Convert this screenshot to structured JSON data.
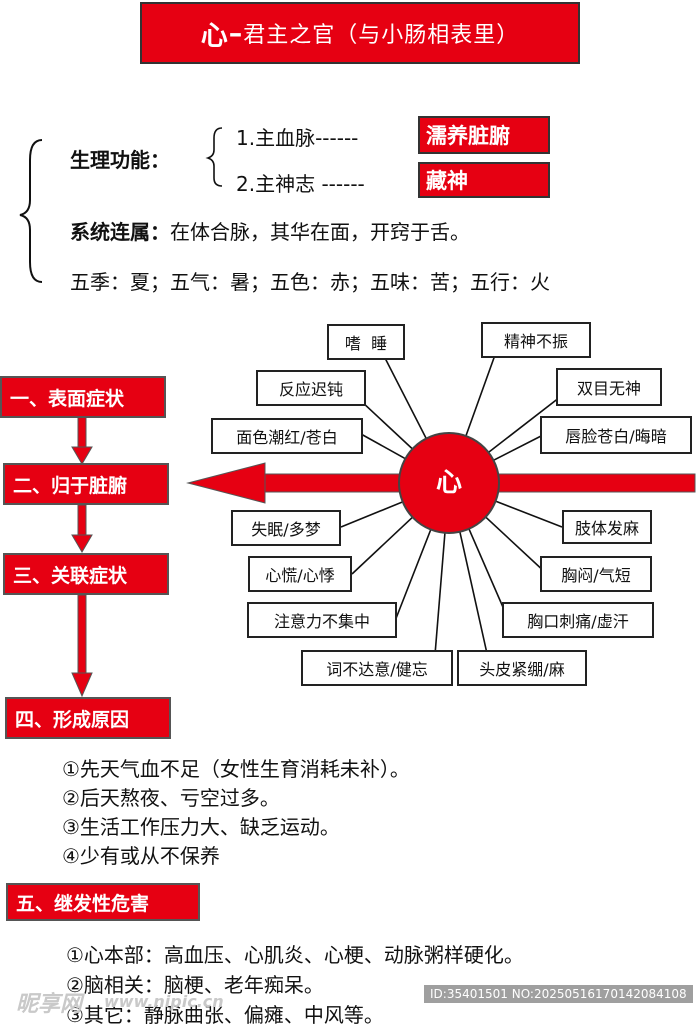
{
  "title": {
    "main": "心",
    "dash": "–",
    "rest": "君主之官（与小肠相表里）"
  },
  "physiology": {
    "label": "生理功能：",
    "items": [
      {
        "text": "1.主血脉",
        "dashes": "------",
        "tag": "濡养脏腑"
      },
      {
        "text": "2.主神志",
        "dashes": " ------",
        "tag": "藏神"
      }
    ]
  },
  "system": {
    "label": "系统连属：",
    "text": "在体合脉，其华在面，开窍于舌。"
  },
  "five": "五季：夏；五气：暑；五色：赤；五味：苦；五行：火",
  "hub": {
    "label": "心"
  },
  "symptoms": [
    "嗜  睡",
    "精神不振",
    "反应迟钝",
    "双目无神",
    "面色潮红/苍白",
    "唇脸苍白/晦暗",
    "失眠/多梦",
    "肢体发麻",
    "心慌/心悸",
    "胸闷/气短",
    "注意力不集中",
    "胸口刺痛/虚汗",
    "词不达意/健忘",
    "头皮紧绷/麻"
  ],
  "steps": [
    "一、表面症状",
    "二、归于脏腑",
    "三、关联症状",
    "四、形成原因",
    "五、继发性危害"
  ],
  "causes": [
    "①先天气血不足（女性生育消耗未补）。",
    "②后天熬夜、亏空过多。",
    "③生活工作压力大、缺乏运动。",
    "④少有或从不保养"
  ],
  "harms": [
    "①心本部：高血压、心肌炎、心梗、动脉粥样硬化。",
    "②脑相关：脑梗、老年痴呆。",
    "③其它：静脉曲张、偏瘫、中风等。"
  ],
  "watermark": {
    "left": "昵享网",
    "url": "www.nipic.cn",
    "id": "ID:35401501 NO:20250516170142084108"
  },
  "colors": {
    "accent": "#e60012"
  }
}
